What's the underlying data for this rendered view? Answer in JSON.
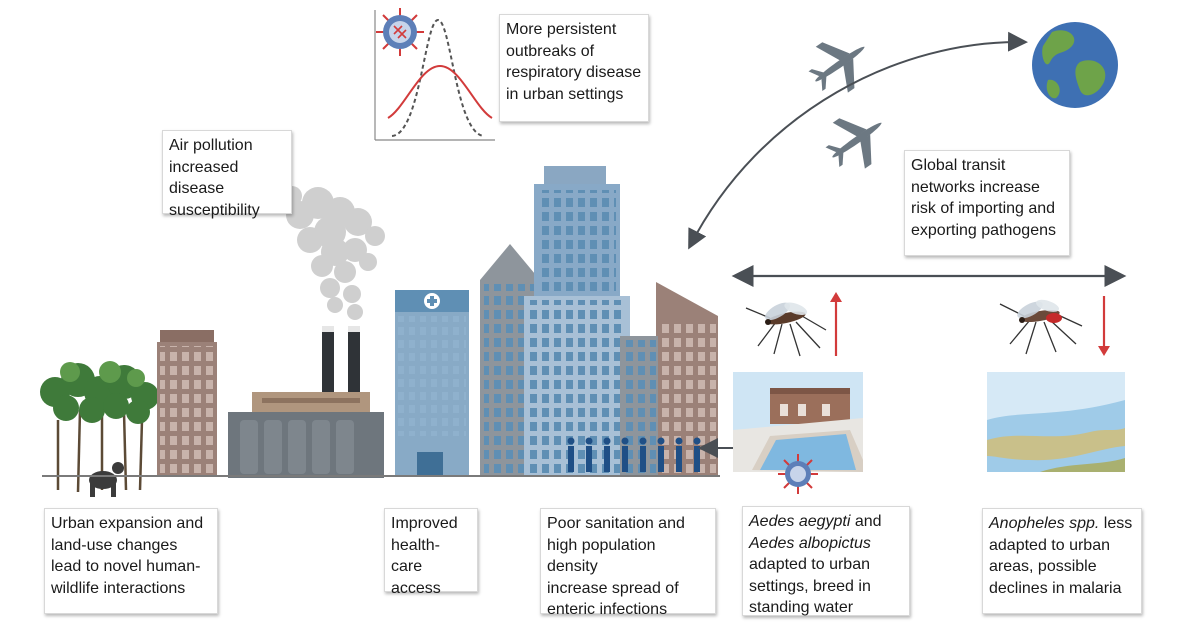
{
  "colors": {
    "building_gray": "#8e959c",
    "window_blue": "#5f8fb4",
    "brick": "#9b8178",
    "plane": "#6c7882",
    "arrow_up": "#d23b3b",
    "people": "#1f4f86",
    "smoke": "#cfcfcf",
    "water": "#b9daf0"
  },
  "icons": [
    "virus-icon",
    "globe-icon",
    "airplane-icon",
    "mosquito-icon",
    "hospital-cross-icon",
    "tree-icon",
    "ape-icon",
    "people-icon",
    "factory-icon"
  ],
  "callouts": {
    "respiratory": {
      "lines": [
        "More persistent",
        "outbreaks of",
        "respiratory disease",
        "in urban settings"
      ]
    },
    "air_pollution": {
      "lines": [
        "Air pollution",
        "increased disease",
        "susceptibility"
      ]
    },
    "transit": {
      "lines": [
        "Global transit",
        "networks increase",
        "risk of importing and",
        "exporting pathogens"
      ]
    },
    "urban_expansion": {
      "lines": [
        "Urban expansion and",
        "land-use changes",
        "lead to novel human-",
        "wildlife interactions"
      ]
    },
    "healthcare": {
      "lines": [
        "Improved",
        "health-care",
        "access"
      ]
    },
    "sanitation": {
      "lines": [
        "Poor sanitation and",
        "high population density",
        "increase spread of",
        "enteric infections"
      ]
    },
    "aedes": {
      "line1_species": "Aedes aegypti",
      "line1_suffix": " and",
      "line2_species": "Aedes albopictus",
      "lines": [
        "adapted to urban",
        "settings, breed in",
        "standing water"
      ]
    },
    "anopheles": {
      "line1_species": "Anopheles spp.",
      "line1_suffix": " less",
      "lines": [
        "adapted to urban",
        "areas, possible",
        "declines in malaria"
      ]
    }
  }
}
